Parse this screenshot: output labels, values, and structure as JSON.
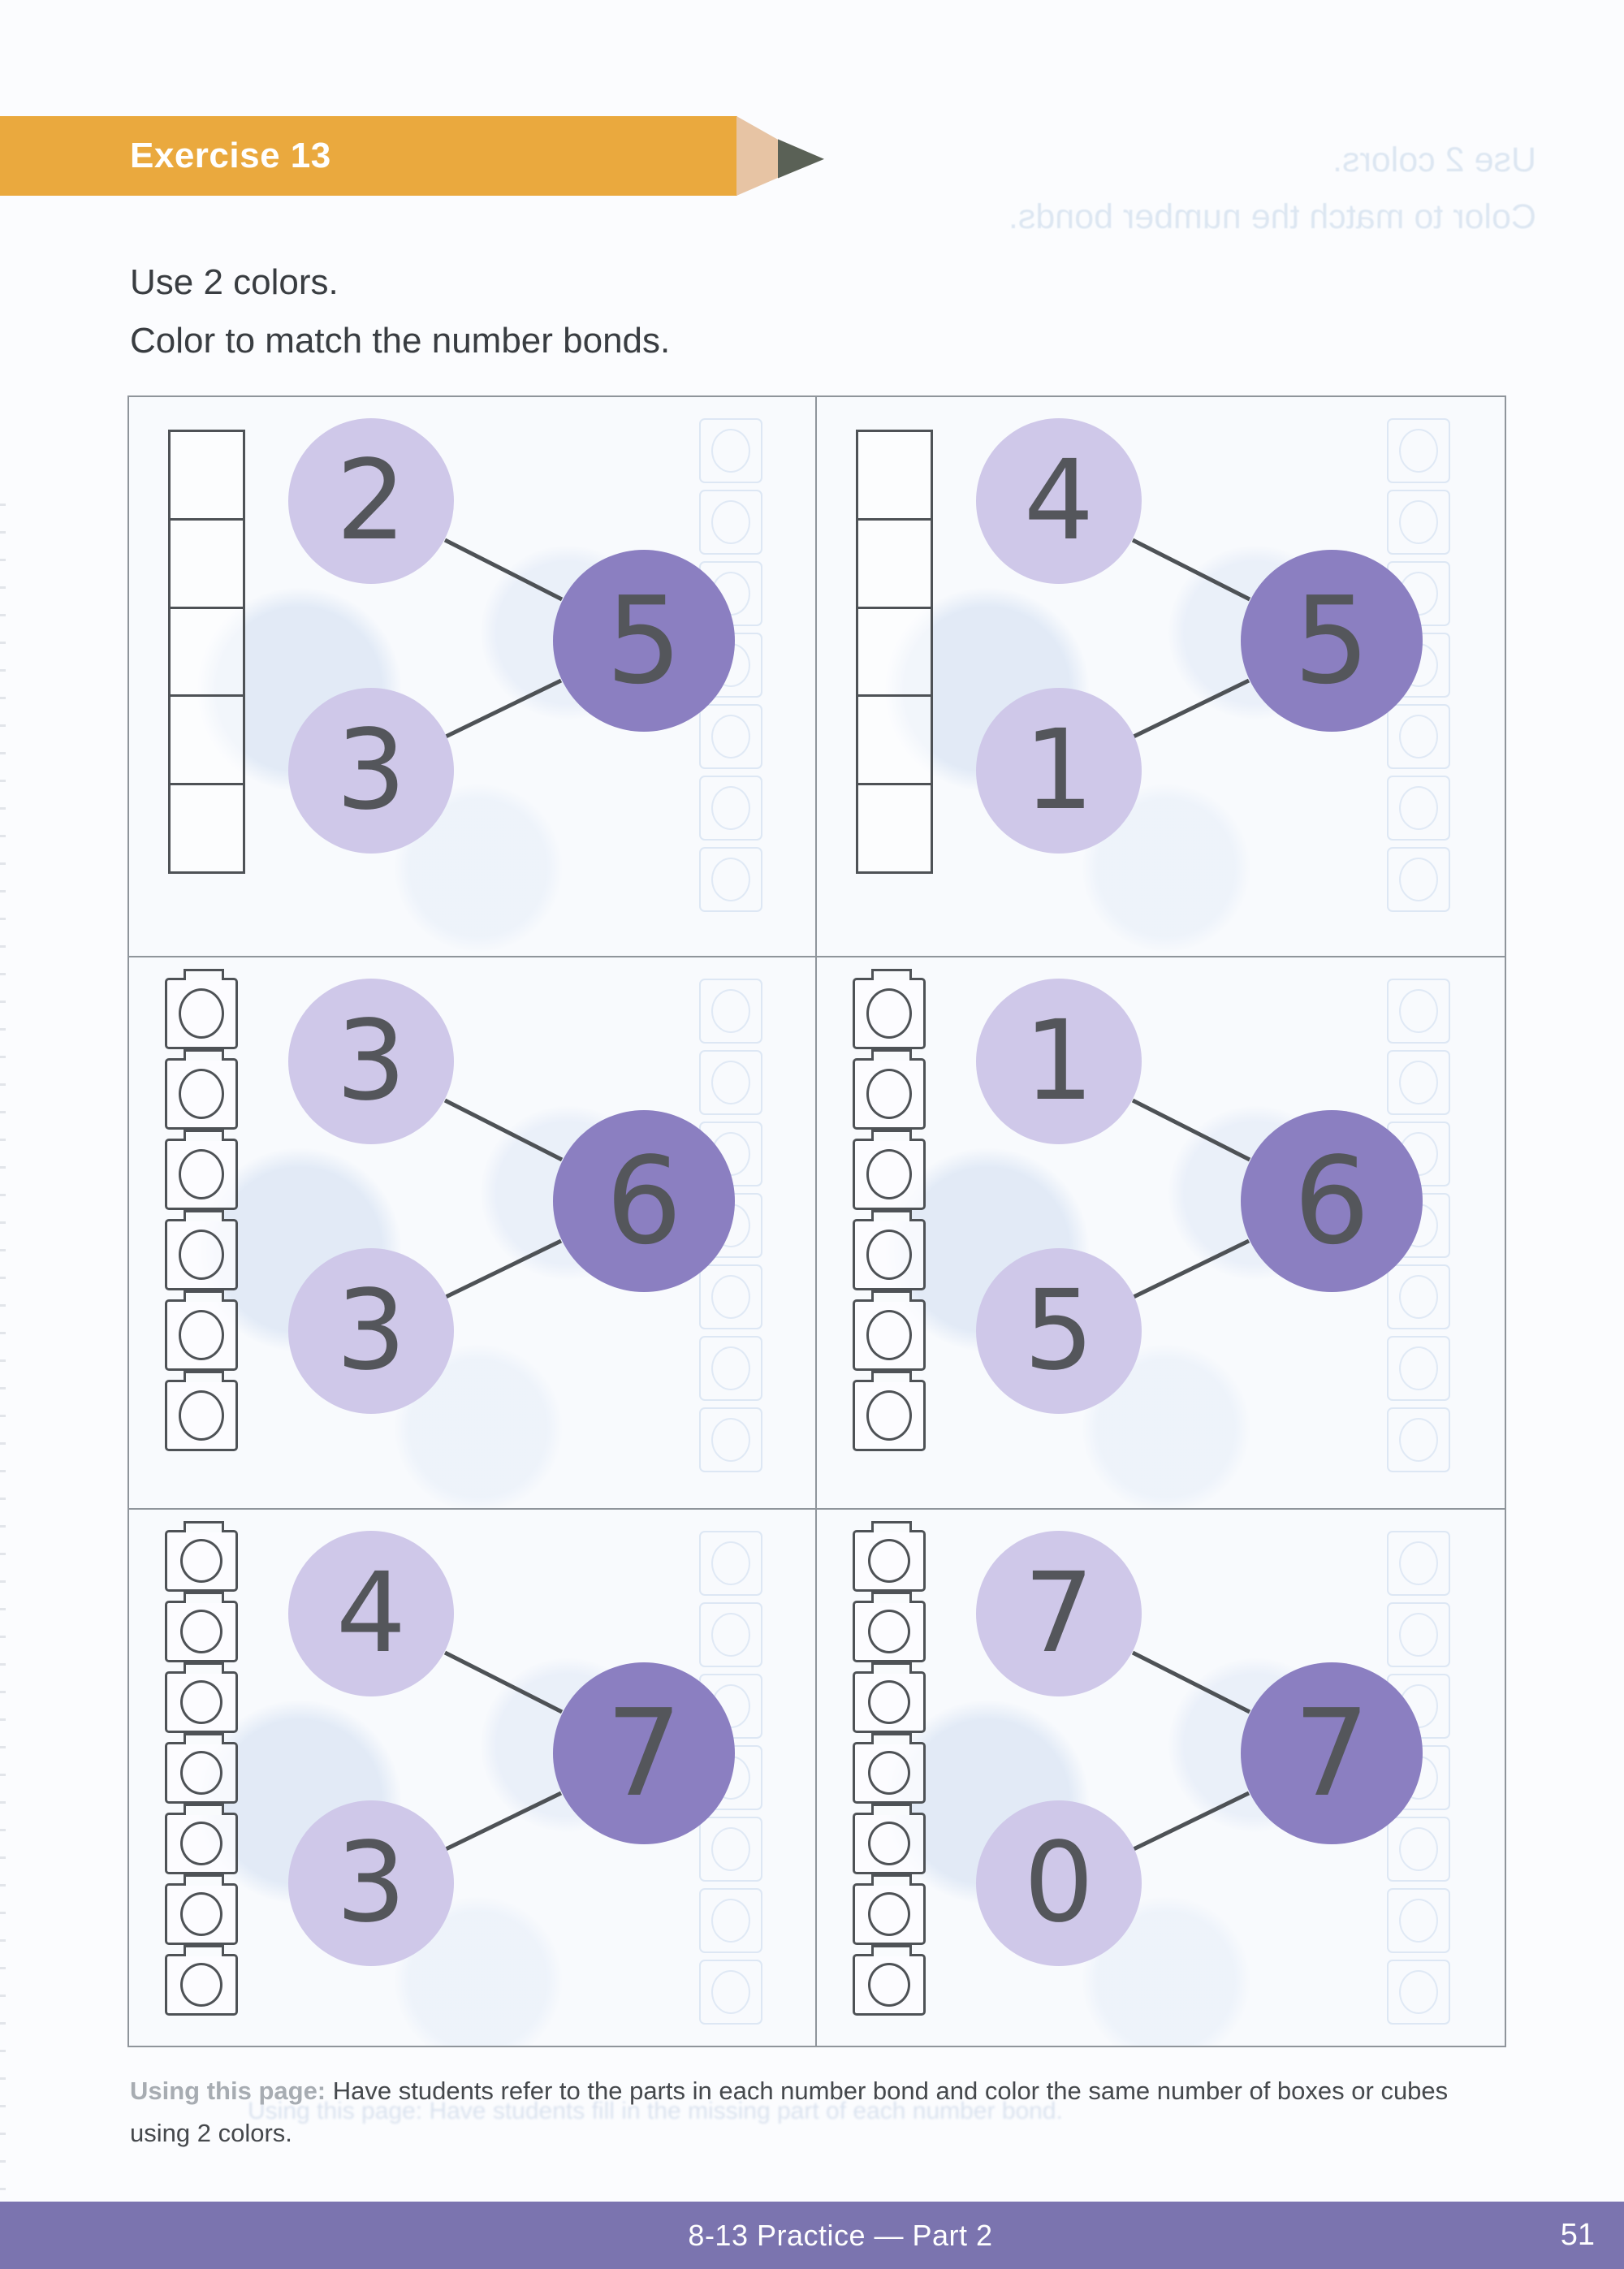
{
  "header": {
    "banner_label": "Exercise 13"
  },
  "instructions": {
    "line1": "Use 2 colors.",
    "line2": "Color to match the number bonds."
  },
  "ghost_showthrough": {
    "line1": "Use 2 colors.",
    "line2": "Color to match the number bonds.",
    "note": "Using this page: Have students fill in the missing part of each number bond."
  },
  "panels": [
    {
      "manipulative": "five-frame-strip",
      "cells": 5,
      "bond": {
        "part_top": "2",
        "part_bottom": "3",
        "whole": "5"
      }
    },
    {
      "manipulative": "five-frame-strip",
      "cells": 5,
      "bond": {
        "part_top": "4",
        "part_bottom": "1",
        "whole": "5"
      }
    },
    {
      "manipulative": "linking-cube-tower",
      "cells": 6,
      "bond": {
        "part_top": "3",
        "part_bottom": "3",
        "whole": "6"
      }
    },
    {
      "manipulative": "linking-cube-tower",
      "cells": 6,
      "bond": {
        "part_top": "1",
        "part_bottom": "5",
        "whole": "6"
      }
    },
    {
      "manipulative": "linking-cube-tower",
      "cells": 7,
      "bond": {
        "part_top": "4",
        "part_bottom": "3",
        "whole": "7"
      }
    },
    {
      "manipulative": "linking-cube-tower",
      "cells": 7,
      "bond": {
        "part_top": "7",
        "part_bottom": "0",
        "whole": "7"
      }
    }
  ],
  "teacher_note": {
    "label": "Using this page:",
    "body_line1": "Have students refer to the parts in each number bond and color the same number of boxes or cubes",
    "body_line2": "using 2 colors."
  },
  "footer": {
    "lesson": "8-13  Practice — Part 2",
    "page_number": "51"
  },
  "colors": {
    "banner": "#EAA93E",
    "wood": "#E7C4A4",
    "tip": "#5A6156",
    "footer": "#7B74AF",
    "partFill": "#CFC8E9",
    "wholeFill": "#8B7FC1",
    "ink": "#54565B",
    "stroke": "#4E5256",
    "gridline": "#8F959B",
    "paper": "#FBFCFE",
    "ghostblue": "#C9D9EA"
  }
}
